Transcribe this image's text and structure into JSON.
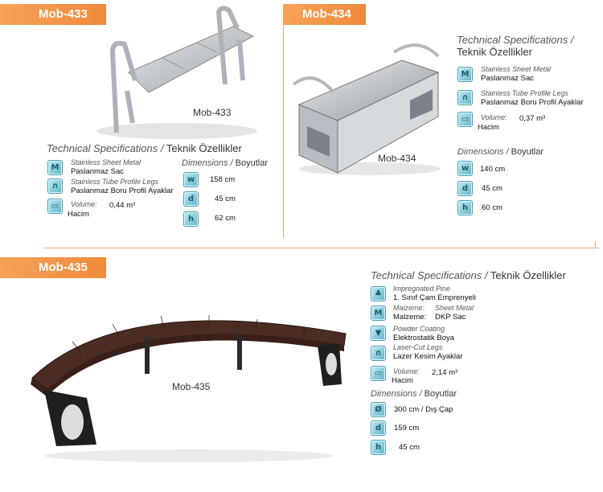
{
  "products": [
    {
      "code": "Mob-433",
      "caption": "Mob-433",
      "spec_en": "Technical Specifications /",
      "spec_tr": "Teknik Özellikler",
      "features": [
        {
          "icon": "m-material-icon",
          "glyph": "M",
          "en": "Stainless Sheet Metal",
          "tr": "Paslanmaz Sac"
        },
        {
          "icon": "tube-legs-icon",
          "glyph": "∩",
          "en": "Stainless Tube Profile Legs",
          "tr": "Paslanmaz Boru Profil Ayaklar"
        },
        {
          "icon": "volume-icon",
          "glyph": "▭",
          "en": "Volume:",
          "tr": "Hacim",
          "value": "0,44 m³"
        }
      ],
      "dim_en": "Dimensions /",
      "dim_tr": "Boyutlar",
      "dims": [
        {
          "glyph": "w",
          "value": "158 cm"
        },
        {
          "glyph": "d",
          "value": "45 cm"
        },
        {
          "glyph": "h",
          "value": "62 cm"
        }
      ]
    },
    {
      "code": "Mob-434",
      "caption": "Mob-434",
      "spec_en": "Technical Specifications /",
      "spec_tr": "Teknik Özellikler",
      "features": [
        {
          "glyph": "M",
          "en": "Stainless Sheet Metal",
          "tr": "Paslanmaz Sac"
        },
        {
          "glyph": "∩",
          "en": "Stainless Tube Profile Legs",
          "tr": "Paslanmaz Boru Profil Ayaklar"
        },
        {
          "glyph": "▭",
          "en": "Volume:",
          "tr": "Hacim",
          "value": "0,37 m³"
        }
      ],
      "dim_en": "Dimensions /",
      "dim_tr": "Boyutlar",
      "dims": [
        {
          "glyph": "w",
          "value": "140 cm"
        },
        {
          "glyph": "d",
          "value": "45 cm"
        },
        {
          "glyph": "h",
          "value": "60 cm"
        }
      ]
    },
    {
      "code": "Mob-435",
      "caption": "Mob-435",
      "spec_en": "Technical Specifications /",
      "spec_tr": "Teknik Özellikler",
      "features": [
        {
          "glyph": "♣",
          "en": "Impregnated Pine",
          "tr": "1. Sınıf Çam Emprenyeli"
        },
        {
          "glyph": "M",
          "en_prefix": "Malzeme:",
          "en": "Sheet Metal",
          "tr": "DKP Sac",
          "tr_prefix": "Malzeme:"
        },
        {
          "glyph": "▼",
          "en": "Powder Coating",
          "tr": "Elektrostatik Boya"
        },
        {
          "glyph": "∩",
          "en": "Laser-Cut Legs",
          "tr": "Lazer Kesim Ayaklar"
        },
        {
          "glyph": "▭",
          "en": "Volume:",
          "tr": "Hacim",
          "value": "2,14 m³"
        }
      ],
      "dim_en": "Dimensions /",
      "dim_tr": "Boyutlar",
      "dims": [
        {
          "glyph": "Ø",
          "value": "300 cm / Dış Çap"
        },
        {
          "glyph": "d",
          "value": "159 cm"
        },
        {
          "glyph": "h",
          "value": "45 cm"
        }
      ]
    }
  ],
  "colors": {
    "tag": "#f08a3a",
    "divider": "#f0a868",
    "wood": "#4b2c22",
    "steel": "#c9ccd1"
  }
}
